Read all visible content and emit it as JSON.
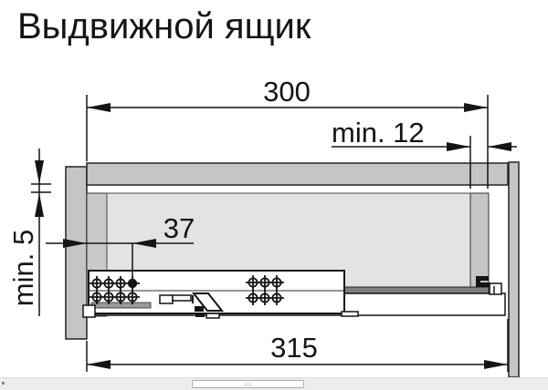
{
  "title": "Выдвижной ящик",
  "diagram": {
    "type": "technical-drawing",
    "subject": "drawer slide mounting dimensions, side section view",
    "dimensions": {
      "top_width": "300",
      "rear_clearance": "min. 12",
      "front_hole_offset": "37",
      "top_clearance": "min. 5",
      "slide_length": "315"
    },
    "colors": {
      "panel_gray": "#c5c5c5",
      "interior_gray": "#e3e3e3",
      "shadow_strip": "#7f7f7f",
      "line": "#151515"
    }
  },
  "scrollbar": {
    "orientation": "horizontal"
  }
}
